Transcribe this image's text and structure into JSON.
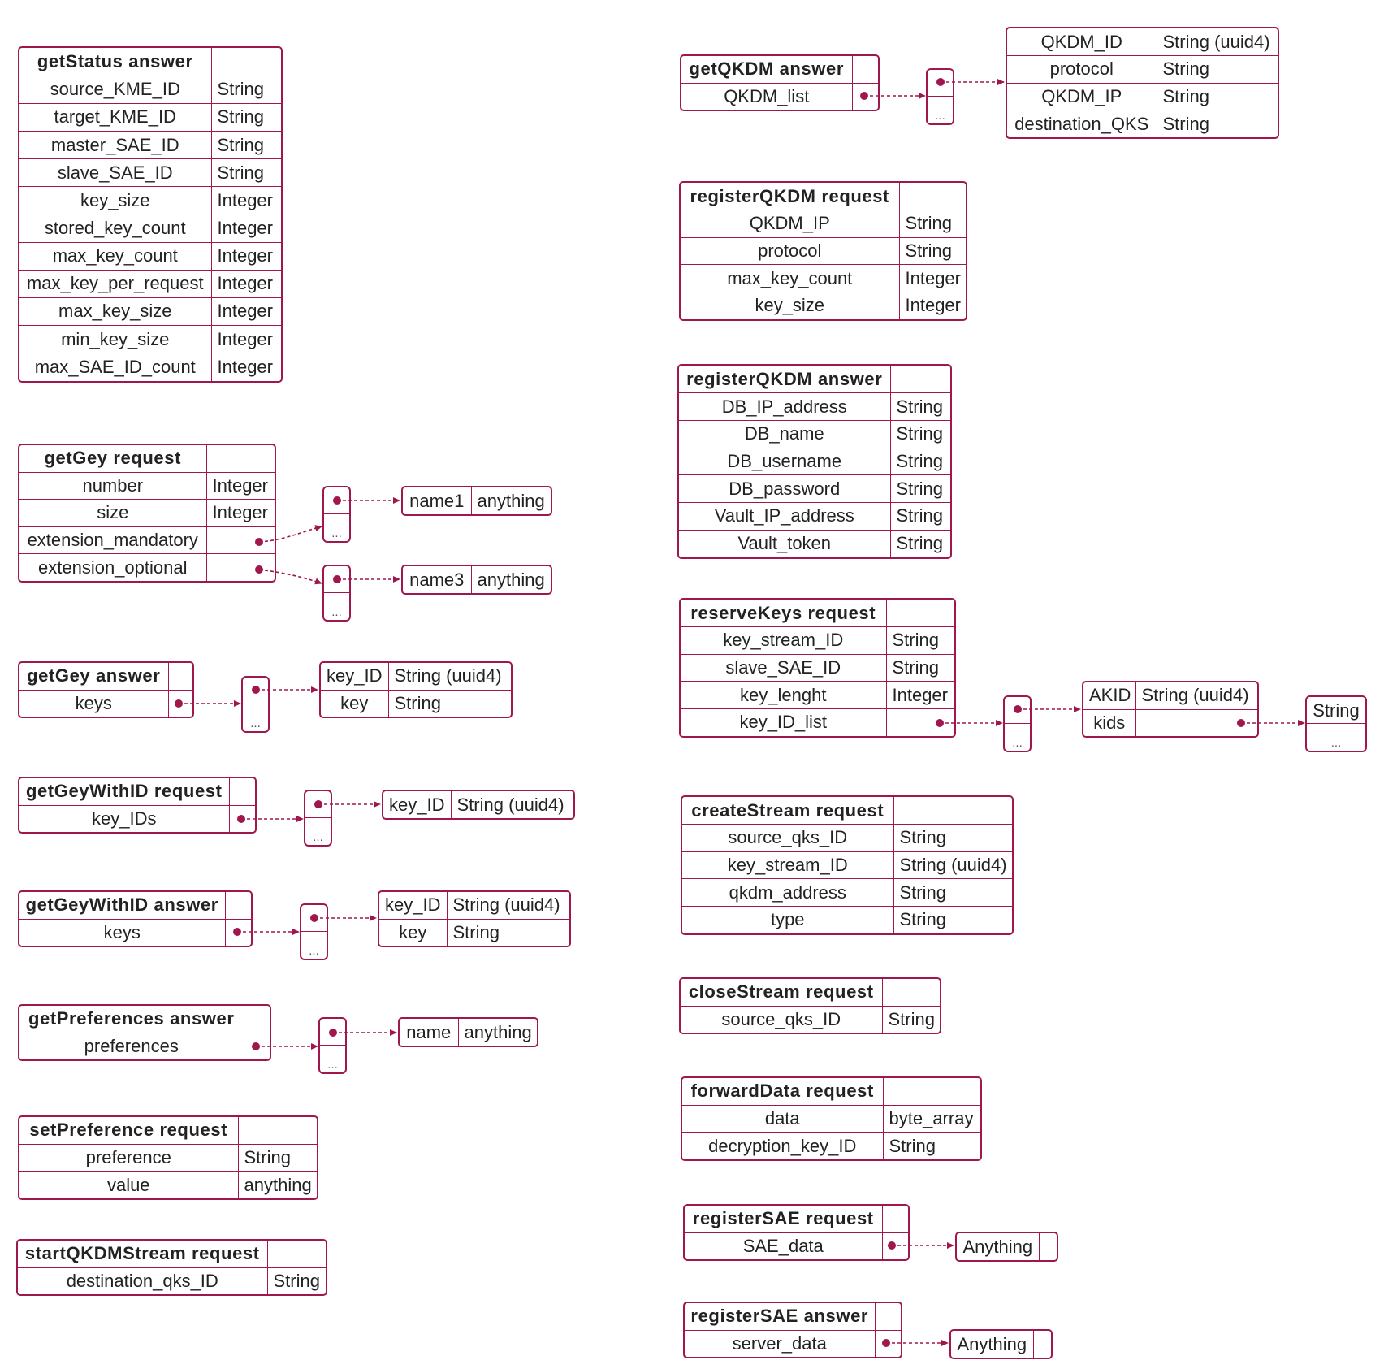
{
  "ellipsis": "...",
  "colors": {
    "accent": "#a0174e"
  },
  "tables": {
    "getStatusAnswer": {
      "title": "getStatus answer",
      "rows": [
        [
          "source_KME_ID",
          "String"
        ],
        [
          "target_KME_ID",
          "String"
        ],
        [
          "master_SAE_ID",
          "String"
        ],
        [
          "slave_SAE_ID",
          "String"
        ],
        [
          "key_size",
          "Integer"
        ],
        [
          "stored_key_count",
          "Integer"
        ],
        [
          "max_key_count",
          "Integer"
        ],
        [
          "max_key_per_request",
          "Integer"
        ],
        [
          "max_key_size",
          "Integer"
        ],
        [
          "min_key_size",
          "Integer"
        ],
        [
          "max_SAE_ID_count",
          "Integer"
        ]
      ]
    },
    "getGeyRequest": {
      "title": "getGey request",
      "rows": [
        [
          "number",
          "Integer"
        ],
        [
          "size",
          "Integer"
        ],
        [
          "extension_mandatory",
          ""
        ],
        [
          "extension_optional",
          ""
        ]
      ]
    },
    "name1": {
      "rows": [
        [
          "name1",
          "anything"
        ]
      ]
    },
    "name3": {
      "rows": [
        [
          "name3",
          "anything"
        ]
      ]
    },
    "getGeyAnswer": {
      "title": "getGey answer",
      "rows": [
        [
          "keys",
          ""
        ]
      ]
    },
    "getGeyAnswerKeyObj": {
      "rows": [
        [
          "key_ID",
          "String (uuid4)"
        ],
        [
          "key",
          "String"
        ]
      ]
    },
    "getGeyWithIDRequest": {
      "title": "getGeyWithID request",
      "rows": [
        [
          "key_IDs",
          ""
        ]
      ]
    },
    "getGeyWithIDRequestObj": {
      "rows": [
        [
          "key_ID",
          "String (uuid4)"
        ]
      ]
    },
    "getGeyWithIDAnswer": {
      "title": "getGeyWithID answer",
      "rows": [
        [
          "keys",
          ""
        ]
      ]
    },
    "getGeyWithIDAnswerObj": {
      "rows": [
        [
          "key_ID",
          "String (uuid4)"
        ],
        [
          "key",
          "String"
        ]
      ]
    },
    "getPreferencesAnswer": {
      "title": "getPreferences answer",
      "rows": [
        [
          "preferences",
          ""
        ]
      ]
    },
    "preferenceObj": {
      "rows": [
        [
          "name",
          "anything"
        ]
      ]
    },
    "setPreferenceRequest": {
      "title": "setPreference request",
      "rows": [
        [
          "preference",
          "String"
        ],
        [
          "value",
          "anything"
        ]
      ]
    },
    "startQKDMStreamRequest": {
      "title": "startQKDMStream request",
      "rows": [
        [
          "destination_qks_ID",
          "String"
        ]
      ]
    },
    "getQKDMAnswer": {
      "title": "getQKDM answer",
      "rows": [
        [
          "QKDM_list",
          ""
        ]
      ]
    },
    "qkdmObj": {
      "rows": [
        [
          "QKDM_ID",
          "String (uuid4)"
        ],
        [
          "protocol",
          "String"
        ],
        [
          "QKDM_IP",
          "String"
        ],
        [
          "destination_QKS",
          "String"
        ]
      ]
    },
    "registerQKDMRequest": {
      "title": "registerQKDM request",
      "rows": [
        [
          "QKDM_IP",
          "String"
        ],
        [
          "protocol",
          "String"
        ],
        [
          "max_key_count",
          "Integer"
        ],
        [
          "key_size",
          "Integer"
        ]
      ]
    },
    "registerQKDMAnswer": {
      "title": "registerQKDM answer",
      "rows": [
        [
          "DB_IP_address",
          "String"
        ],
        [
          "DB_name",
          "String"
        ],
        [
          "DB_username",
          "String"
        ],
        [
          "DB_password",
          "String"
        ],
        [
          "Vault_IP_address",
          "String"
        ],
        [
          "Vault_token",
          "String"
        ]
      ]
    },
    "reserveKeysRequest": {
      "title": "reserveKeys request",
      "rows": [
        [
          "key_stream_ID",
          "String"
        ],
        [
          "slave_SAE_ID",
          "String"
        ],
        [
          "key_lenght",
          "Integer"
        ],
        [
          "key_ID_list",
          ""
        ]
      ]
    },
    "akidObj": {
      "rows": [
        [
          "AKID",
          "String (uuid4)"
        ],
        [
          "kids",
          ""
        ]
      ]
    },
    "createStreamRequest": {
      "title": "createStream request",
      "rows": [
        [
          "source_qks_ID",
          "String"
        ],
        [
          "key_stream_ID",
          "String (uuid4)"
        ],
        [
          "qkdm_address",
          "String"
        ],
        [
          "type",
          "String"
        ]
      ]
    },
    "closeStreamRequest": {
      "title": "closeStream request",
      "rows": [
        [
          "source_qks_ID",
          "String"
        ]
      ]
    },
    "forwardDataRequest": {
      "title": "forwardData request",
      "rows": [
        [
          "data",
          "byte_array"
        ],
        [
          "decryption_key_ID",
          "String"
        ]
      ]
    },
    "registerSAERequest": {
      "title": "registerSAE request",
      "rows": [
        [
          "SAE_data",
          ""
        ]
      ]
    },
    "registerSAEAnswer": {
      "title": "registerSAE answer",
      "rows": [
        [
          "server_data",
          ""
        ]
      ]
    }
  },
  "labels": {
    "kidsString": "String",
    "saeAnything": "Anything",
    "serverAnything": "Anything"
  }
}
